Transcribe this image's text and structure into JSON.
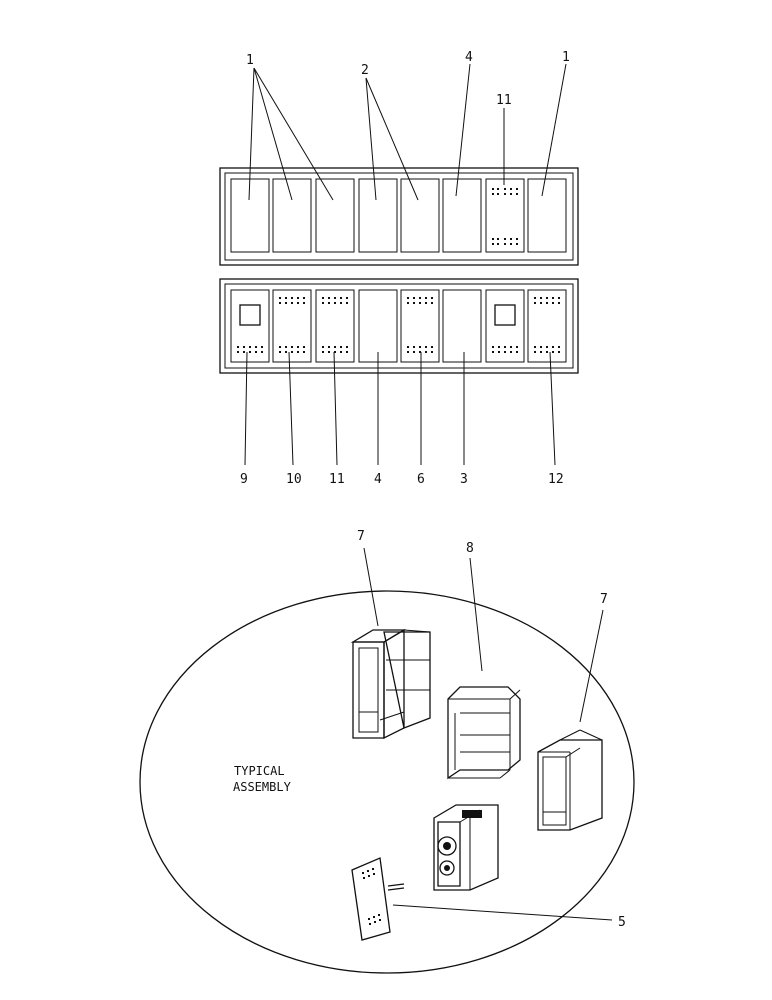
{
  "callouts": {
    "top_row": [
      "1",
      "2",
      "4",
      "11",
      "1"
    ],
    "bottom_row": [
      "9",
      "10",
      "11",
      "4",
      "6",
      "3",
      "12"
    ],
    "assembly": [
      "7",
      "8",
      "7",
      "5"
    ]
  },
  "assembly_label": {
    "line1": "TYPICAL",
    "line2": "ASSEMBLY"
  }
}
